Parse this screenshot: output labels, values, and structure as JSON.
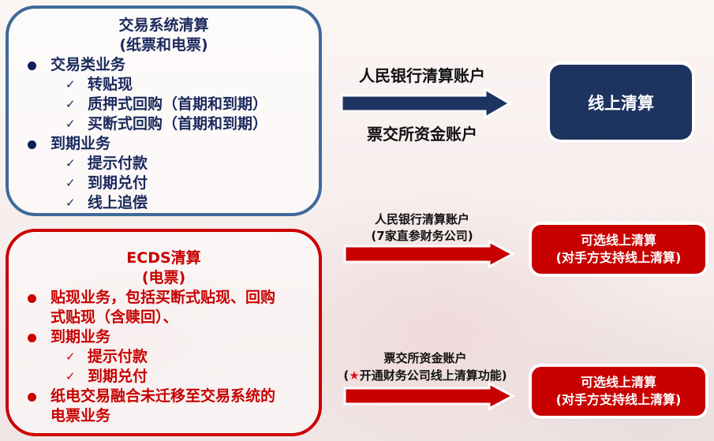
{
  "panels": {
    "trade_system": {
      "title": "交易系统清算",
      "subtitle": "(纸票和电票)",
      "border_color": "#3e6a9a",
      "groups": [
        {
          "label": "交易类业务",
          "items": [
            "转贴现",
            "质押式回购（首期和到期）",
            "买断式回购（首期和到期）"
          ]
        },
        {
          "label": "到期业务",
          "items": [
            "提示付款",
            "到期兑付",
            "线上追偿"
          ]
        }
      ]
    },
    "ecds": {
      "title": "ECDS清算",
      "subtitle": "(电票)",
      "border_color": "#cc0000",
      "groups": [
        {
          "label_lines": [
            "贴现业务，包括买断式贴现、回购",
            "式贴现（含赎回）、"
          ],
          "items": []
        },
        {
          "label_lines": [
            "到期业务"
          ],
          "items": [
            "提示付款",
            "到期兑付"
          ]
        },
        {
          "label_lines": [
            "纸电交易融合未迁移至交易系统的",
            "电票业务"
          ],
          "items": []
        }
      ]
    }
  },
  "flows": {
    "top": {
      "label_above": "人民银行清算账户",
      "label_below": "票交所资金账户",
      "arrow_color": "#1d3461",
      "result": "线上清算",
      "result_color": "#1d3461"
    },
    "middle": {
      "label_line1": "人民银行清算账户",
      "label_line2": "(7家直参财务公司)",
      "arrow_color": "#c80000",
      "result_line1": "可选线上清算",
      "result_line2": "(对手方支持线上清算)",
      "result_color": "#c80000"
    },
    "bottom": {
      "label_line1": "票交所资金账户",
      "label_line2_prefix": "(",
      "label_star": "★",
      "label_line2_rest": "开通财务公司线上清算功能)",
      "arrow_color": "#c80000",
      "result_line1": "可选线上清算",
      "result_line2": "(对手方支持线上清算)",
      "result_color": "#c80000"
    }
  },
  "icons": {
    "check": "✓",
    "bullet": "●"
  }
}
